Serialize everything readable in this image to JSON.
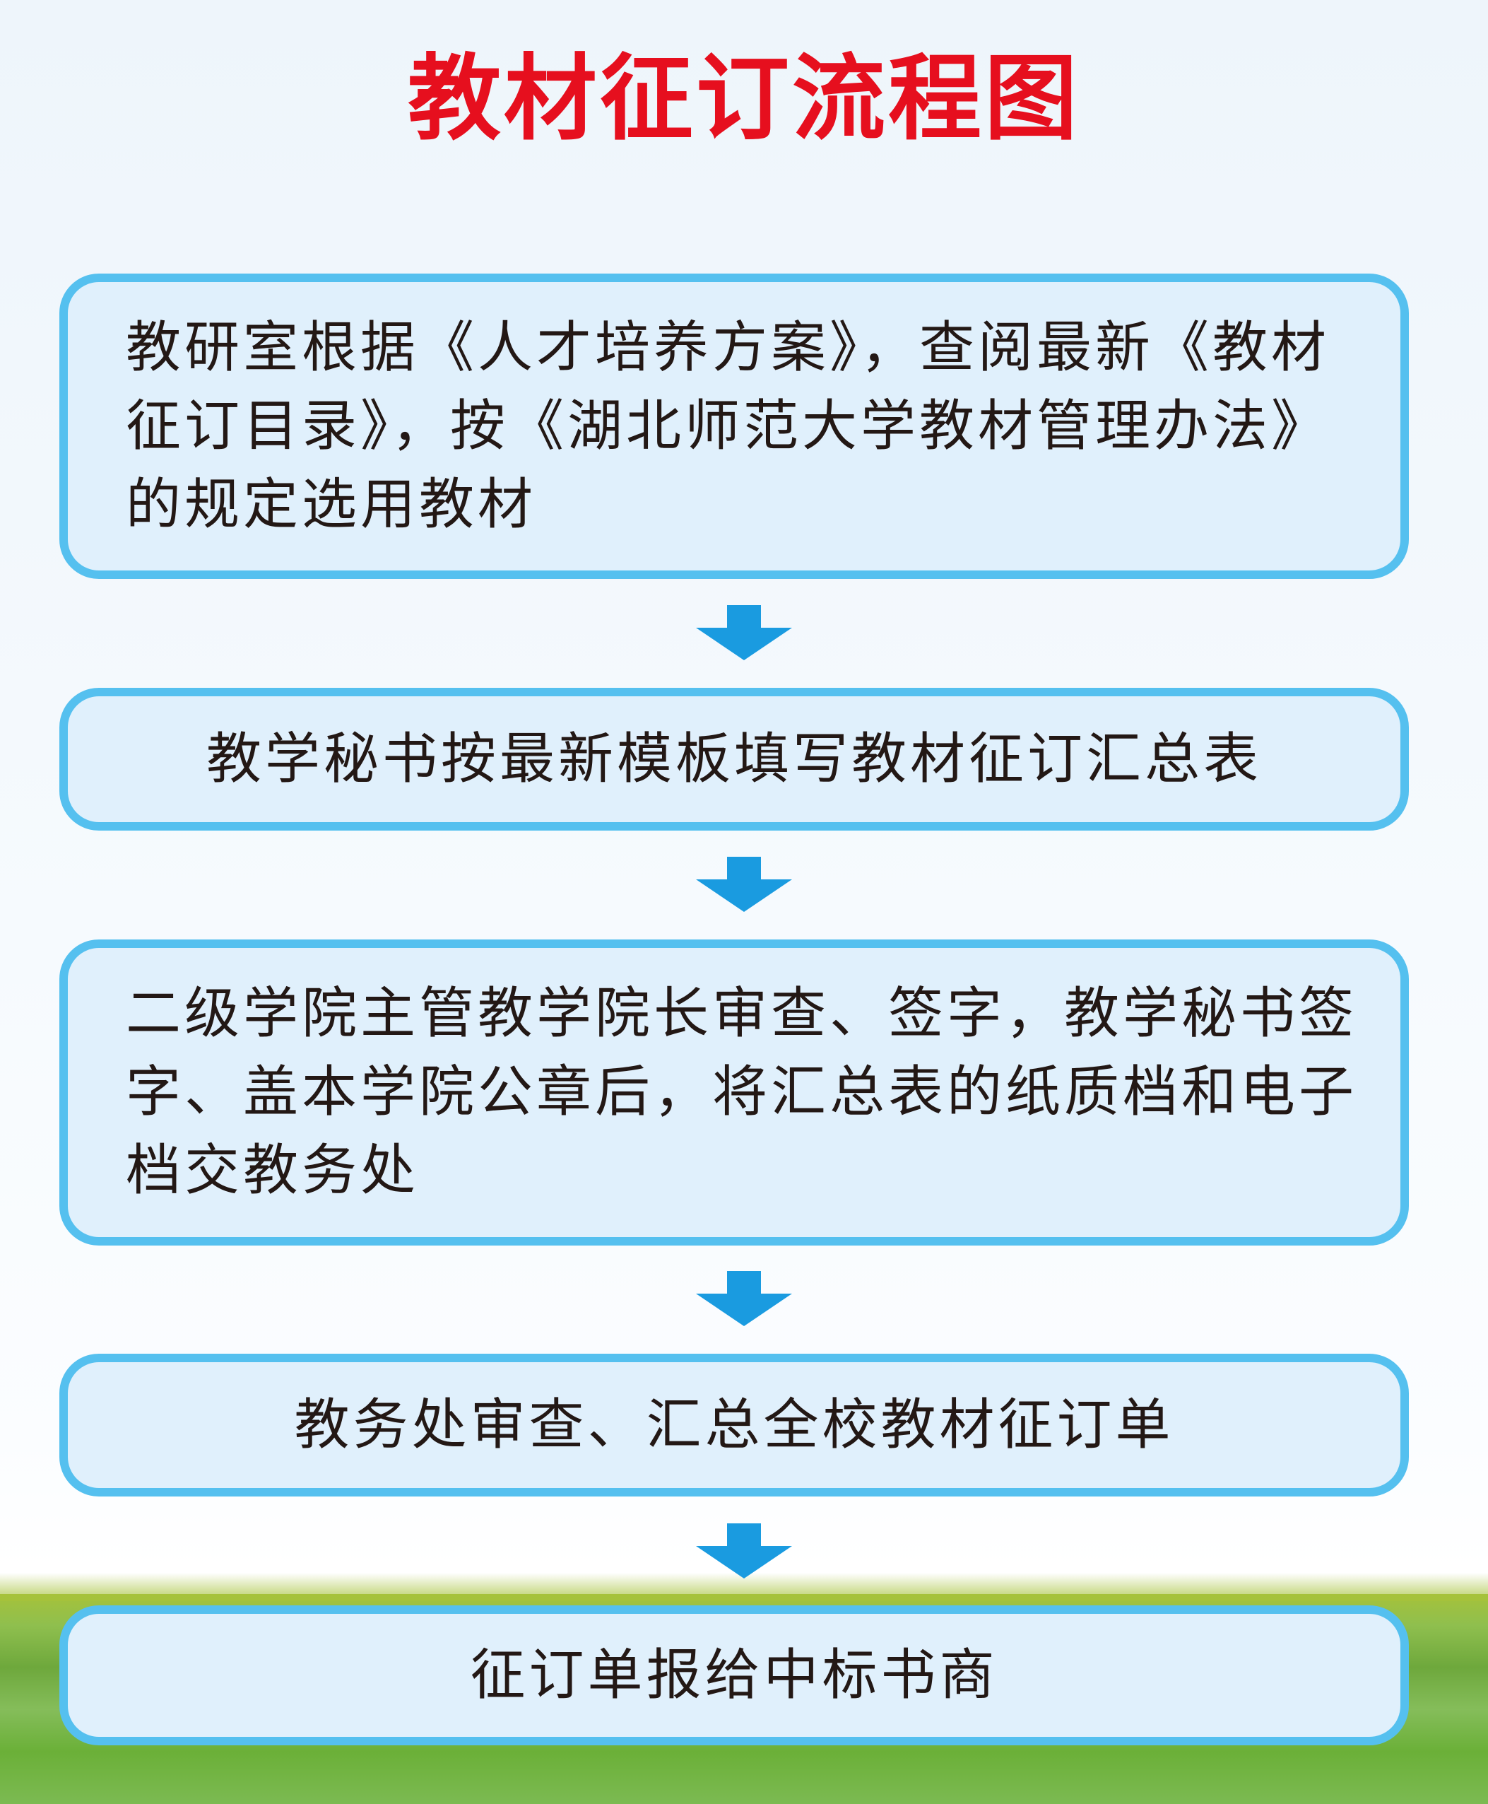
{
  "title": "教材征订流程图",
  "steps": [
    {
      "text": "教研室根据《人才培养方案》，查阅最新《教材征订目录》，按《湖北师范大学教材管理办法》的规定选用教材"
    },
    {
      "text": "教学秘书按最新模板填写教材征订汇总表"
    },
    {
      "text": "二级学院主管教学院长审查、签字，教学秘书签字、盖本学院公章后，将汇总表的纸质档和电子档交教务处"
    },
    {
      "text": "教务处审查、汇总全校教材征订单"
    },
    {
      "text": "征订单报给中标书商"
    }
  ],
  "colors": {
    "title": "#e60f1e",
    "border": "#55c0ef",
    "box_fill": "#e0f0fc",
    "arrow": "#1a9be0"
  }
}
